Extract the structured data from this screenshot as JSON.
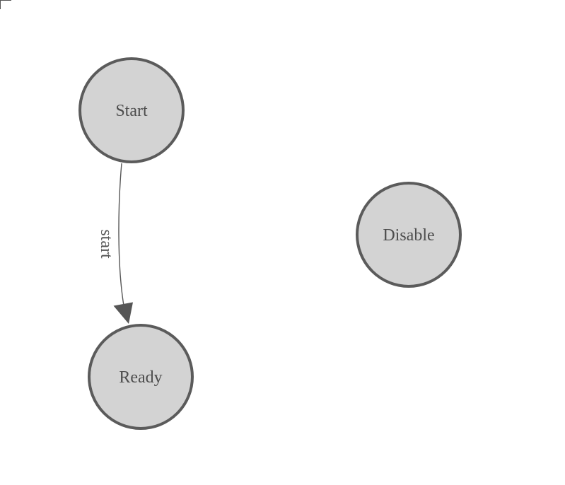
{
  "canvas": {
    "background": "#ffffff"
  },
  "colors": {
    "node_fill": "#d3d3d3",
    "node_stroke": "#5b5b5b",
    "node_text": "#4d4d4d",
    "edge": "#565656",
    "edge_label": "#585858",
    "frame": "#555555"
  },
  "diagram": {
    "nodes": [
      {
        "id": "start",
        "label": "Start"
      },
      {
        "id": "ready",
        "label": "Ready"
      },
      {
        "id": "disable",
        "label": "Disable"
      }
    ],
    "edges": [
      {
        "label": "start",
        "from": "Start",
        "to": "Ready"
      }
    ]
  }
}
